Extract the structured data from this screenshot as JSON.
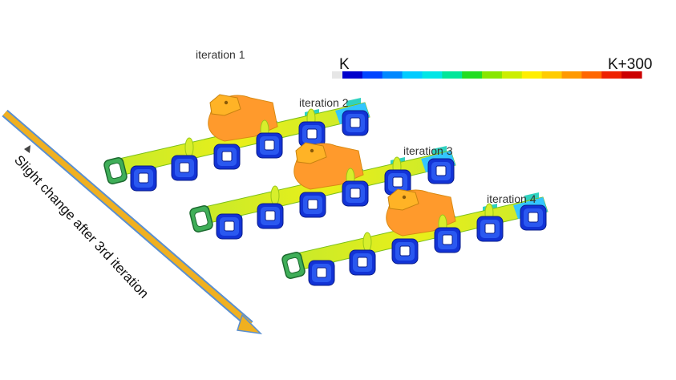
{
  "iterations": [
    "iteration 1",
    "iteration 2",
    "iteration 3",
    "iteration 4"
  ],
  "scale": {
    "min_label": "K",
    "max_label": "K+300",
    "colors": [
      "#0000cc",
      "#0044ff",
      "#0088ff",
      "#00ccff",
      "#00e6e6",
      "#00e699",
      "#22dd22",
      "#88e600",
      "#ccee00",
      "#ffee00",
      "#ffcc00",
      "#ff9900",
      "#ff6600",
      "#ee2200",
      "#cc0000"
    ]
  },
  "arrow": {
    "caption": "Slight change after 3rd iteration",
    "color": "#f0b020",
    "outline": "#5a8fd0"
  }
}
